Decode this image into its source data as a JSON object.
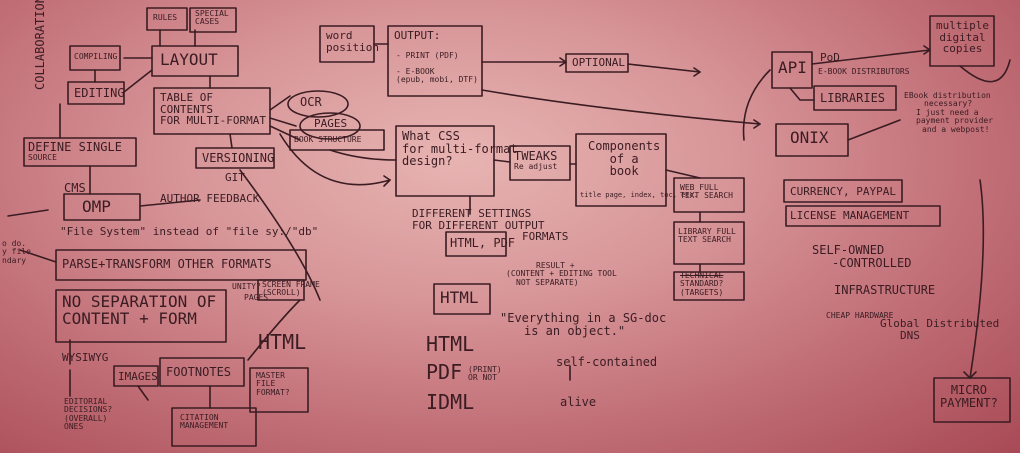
{
  "colors": {
    "paper": "#d79598",
    "ink": "#3a1c22"
  },
  "photo": {
    "collaboration": "COLLABORATION",
    "compiling": "COMPILING",
    "editing": "EDITING",
    "rules": "RULES",
    "special_cases": [
      "SPECIAL",
      "CASES"
    ],
    "layout": "LAYOUT",
    "toc": [
      "TABLE OF",
      "CONTENTS",
      "FOR MULTI-FORMAT"
    ],
    "define_single_source": [
      "DEFINE SINGLE",
      "SOURCE"
    ],
    "versioning": "VERSIONING",
    "git": "GIT",
    "cms": "CMS",
    "omp": "OMP",
    "author_feedback": "AUTHOR FEEDBACK",
    "file_system": "\"File System\" instead of \"file sy:/\"db\"",
    "parse_transform": "PARSE+TRANSFORM OTHER FORMATS",
    "unity": "UNITY?",
    "pages": "PAGES",
    "screen_frame": [
      "SCREEN FRAME",
      "(SCROLL)"
    ],
    "no_separation": [
      "NO SEPARATION OF",
      "CONTENT + FORM"
    ],
    "wysiwyg": "WYSIWYG",
    "editorial": [
      "EDITORIAL",
      "DECISIONS?",
      "(OVERALL)",
      "ONES"
    ],
    "images": "IMAGES",
    "footnotes": "FOOTNOTES",
    "master_file": [
      "MASTER",
      "FILE",
      "FORMAT?"
    ],
    "html_left": "HTML",
    "citation": [
      "CITATION",
      "MANAGEMENT"
    ],
    "left_margin": [
      "o do.",
      "y file",
      "ndary"
    ],
    "ocr": "OCR",
    "pages_mid": "PAGES",
    "book_structure": "BOOK STRUCTURE",
    "word_position": [
      "word",
      "position"
    ],
    "output": "OUTPUT:",
    "print": "- PRINT (PDF)",
    "ebook": [
      "- E-BOOK",
      "(epub, mobi, DTF)"
    ],
    "optional": "OPTIONAL",
    "what_css": [
      "What CSS",
      "for multi-format",
      "design?"
    ],
    "different_settings": [
      "DIFFERENT SETTINGS",
      "FOR DIFFERENT OUTPUT",
      "FORMATS"
    ],
    "html_pdf": "HTML, PDF",
    "html_box": "HTML",
    "result": [
      "RESULT +",
      "(CONTENT + EDITING TOOL",
      "NOT SEPARATE)"
    ],
    "everything": [
      "\"Everything in a SG-doc",
      "is an object.\""
    ],
    "self_contained": "self-contained",
    "alive": "alive",
    "html_big": "HTML",
    "pdf_big": "PDF",
    "print_or_not": [
      "(PRINT)",
      "OR NOT"
    ],
    "idml": "IDML",
    "tweaks": [
      "TWEAKS",
      "Re adjust"
    ],
    "components": [
      "Components",
      "of a",
      "book"
    ],
    "components_sub": "title page, index, toc, etc.",
    "web_full": [
      "WEB FULL",
      "TEXT SEARCH"
    ],
    "library_full": [
      "LIBRARY FULL",
      "TEXT SEARCH"
    ],
    "standard": [
      "TECHNICAL",
      "STANDARD?",
      "(TARGETS)"
    ],
    "api": "API",
    "pod": "PoD",
    "ebook_dist": "E-BOOK DISTRIBUTORS",
    "libraries": "LIBRARIES",
    "onix": "ONIX",
    "multiple": [
      "multiple",
      "digital",
      "copies"
    ],
    "ebook_q": [
      "EBook distribution",
      "necessary?",
      "I just need a",
      "payment provider",
      "and a webpost!"
    ],
    "currency": "CURRENCY, PAYPAL",
    "license": "LICENSE MANAGEMENT",
    "self_owned": [
      "SELF-OWNED",
      "-CONTROLLED"
    ],
    "infrastructure": "INFRASTRUCTURE",
    "cheap": "CHEAP HARDWARE",
    "global": [
      "Global Distributed",
      "DNS"
    ],
    "micro": [
      "MICRO",
      "PAYMENT?"
    ]
  }
}
